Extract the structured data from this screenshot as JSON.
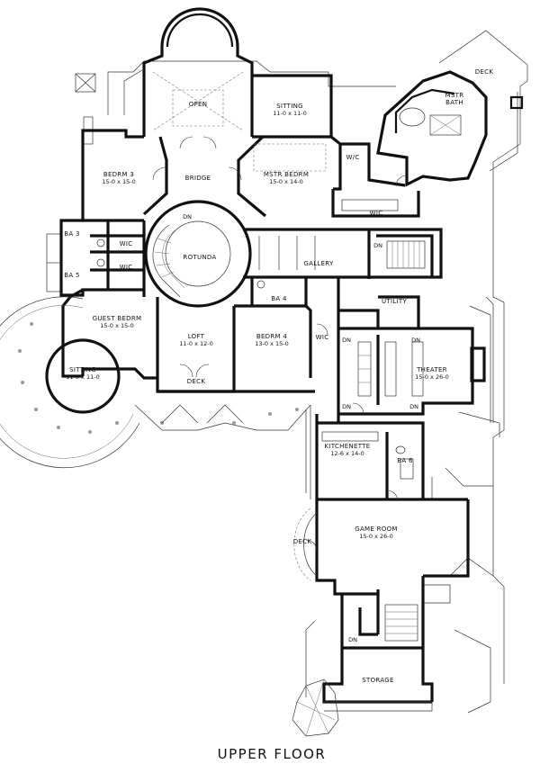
{
  "drawing_title": "UPPER FLOOR",
  "rooms": {
    "open": {
      "name": "OPEN"
    },
    "sitting_top": {
      "name": "SITTING",
      "dims": "11-0 x 11-0"
    },
    "mstr_bath": {
      "name": "MSTR",
      "name2": "BATH"
    },
    "deck_top": {
      "name": "DECK"
    },
    "bedrm3": {
      "name": "BEDRM 3",
      "dims": "15-0 x 15-0"
    },
    "bridge": {
      "name": "BRIDGE"
    },
    "mstr_bedrm": {
      "name": "MSTR BEDRM",
      "dims": "15-0 x 14-0"
    },
    "wic_master": {
      "name": "W/C"
    },
    "wic_large": {
      "name": "WIC"
    },
    "rotunda": {
      "name": "ROTUNDA"
    },
    "gallery": {
      "name": "GALLERY"
    },
    "ba3": {
      "name": "BA 3"
    },
    "ba5": {
      "name": "BA 5"
    },
    "wic_ba3": {
      "name": "WIC"
    },
    "wic_ba5": {
      "name": "WIC"
    },
    "ba4": {
      "name": "BA 4"
    },
    "utility": {
      "name": "UTILITY"
    },
    "guest_bedrm": {
      "name": "GUEST BEDRM",
      "dims": "15-0 x 15-0"
    },
    "loft": {
      "name": "LOFT",
      "dims": "11-0 x 12-0"
    },
    "bedrm4": {
      "name": "BEDRM 4",
      "dims": "13-0 x 15-0"
    },
    "wic_bedrm4": {
      "name": "WIC"
    },
    "theater": {
      "name": "THEATER",
      "dims": "15-0 x 26-0"
    },
    "sitting_left": {
      "name": "SITTING",
      "dims": "11-0 x 11-0"
    },
    "deck_mid": {
      "name": "DECK"
    },
    "kitchenette": {
      "name": "KITCHENETTE",
      "dims": "12-6 x 14-0"
    },
    "ba6": {
      "name": "BA 6"
    },
    "game_room": {
      "name": "GAME ROOM",
      "dims": "15-0 x 26-0"
    },
    "deck_game": {
      "name": "DECK"
    },
    "storage": {
      "name": "STORAGE"
    }
  },
  "stair_notes": {
    "dn_rotunda": "DN",
    "dn_gallery": "DN",
    "dn_theater_1": "DN",
    "dn_theater_2": "DN",
    "dn_theater_3": "DN",
    "dn_theater_4": "DN",
    "dn_storage": "DN"
  }
}
